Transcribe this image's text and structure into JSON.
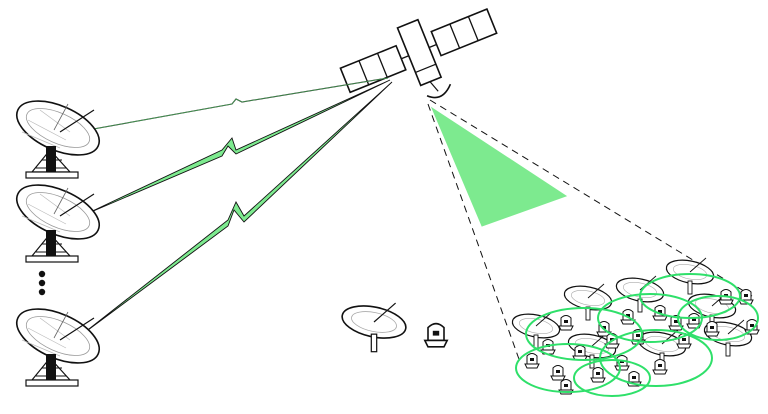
{
  "colors": {
    "accent_green": "#7dea8f",
    "link_green": "#5fd873",
    "cell_green": "#2fe06a",
    "line": "#111111",
    "panel_fill": "#ffffff"
  },
  "icons": {
    "satellite": "satellite-icon",
    "gateway": "satellite-dish-icon",
    "beam": "beam-cone-icon",
    "terminal": "user-terminal-icon",
    "ellipsis": "vertical-ellipsis-icon"
  },
  "counts": {
    "gateways_shown": 3,
    "ellipsis_dots": 3,
    "spot_beams": 7
  }
}
